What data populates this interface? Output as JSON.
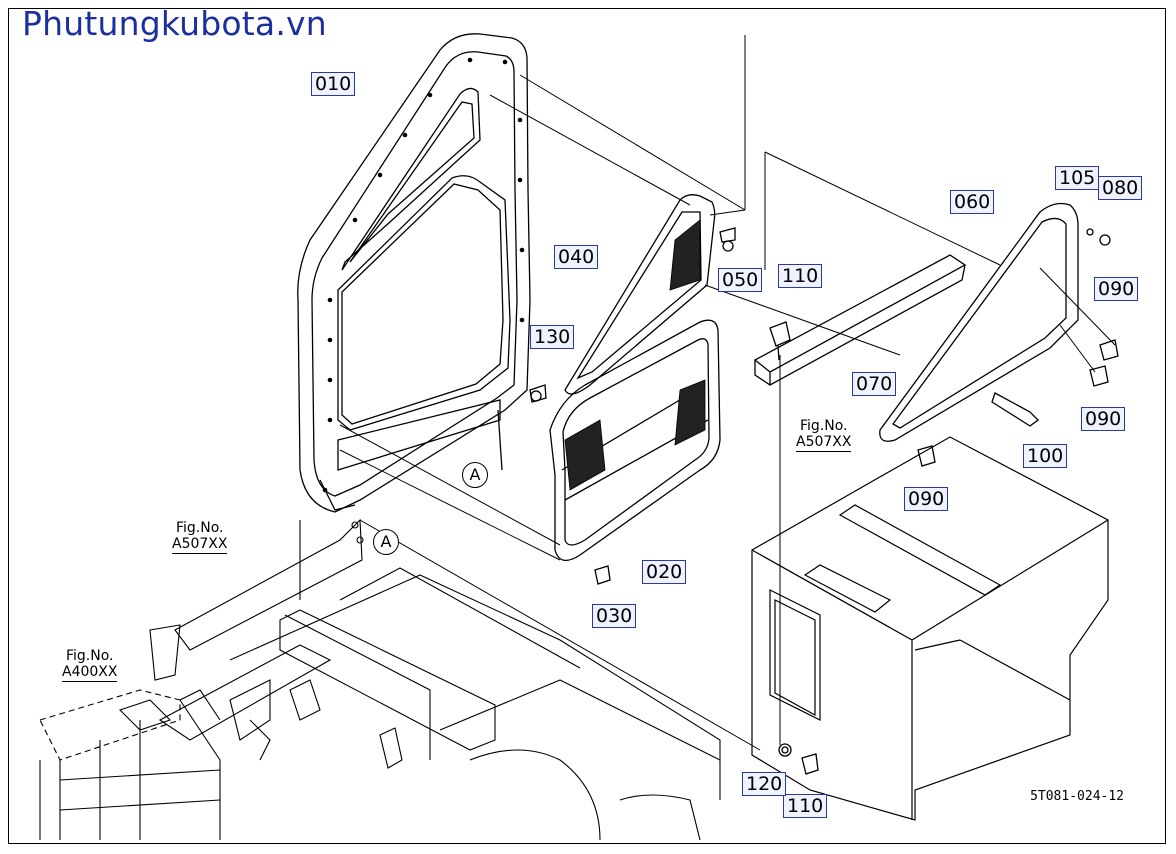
{
  "header": {
    "brand": "Phutungkubota.vn"
  },
  "callouts": [
    {
      "id": "010",
      "label": "010"
    },
    {
      "id": "020",
      "label": "020"
    },
    {
      "id": "030",
      "label": "030"
    },
    {
      "id": "040",
      "label": "040"
    },
    {
      "id": "050",
      "label": "050"
    },
    {
      "id": "060",
      "label": "060"
    },
    {
      "id": "070",
      "label": "070"
    },
    {
      "id": "080",
      "label": "080"
    },
    {
      "id": "090a",
      "label": "090"
    },
    {
      "id": "090b",
      "label": "090"
    },
    {
      "id": "090c",
      "label": "090"
    },
    {
      "id": "100",
      "label": "100"
    },
    {
      "id": "105",
      "label": "105"
    },
    {
      "id": "110a",
      "label": "110"
    },
    {
      "id": "110b",
      "label": "110"
    },
    {
      "id": "120",
      "label": "120"
    },
    {
      "id": "130",
      "label": "130"
    }
  ],
  "figure_refs": [
    {
      "prefix": "Fig.No.",
      "code": "A507XX"
    },
    {
      "prefix": "Fig.No.",
      "code": "A507XX"
    },
    {
      "prefix": "Fig.No.",
      "code": "A400XX"
    }
  ],
  "ref_marks": [
    {
      "label": "A"
    },
    {
      "label": "A"
    }
  ],
  "drawing_code": "5T081-024-12",
  "colors": {
    "brand": "#1c2f9e",
    "callout_border": "#2a3aa0",
    "callout_fill": "#eef3ff",
    "line": "#000000"
  }
}
